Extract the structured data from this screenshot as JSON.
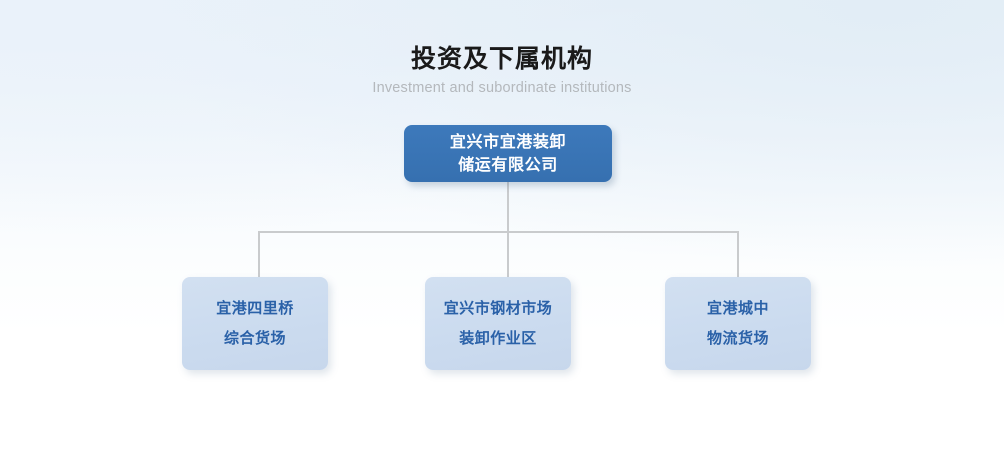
{
  "header": {
    "title": "投资及下属机构",
    "subtitle": "Investment and subordinate institutions"
  },
  "colors": {
    "root_fill": "#3a73b4",
    "root_text": "#ffffff",
    "child_fill": "#ccdcf0",
    "child_text": "#2a61a8",
    "connector": "#c9cbcd",
    "title_text": "#1a1a1a",
    "subtitle_text": "#b4b8bc",
    "background_top": "#e9f1f9",
    "background_bottom": "#ffffff"
  },
  "chart": {
    "type": "org-chart",
    "root": {
      "line1": "宜兴市宜港装卸",
      "line2": "储运有限公司"
    },
    "children": [
      {
        "line1": "宜港四里桥",
        "line2": "综合货场"
      },
      {
        "line1": "宜兴市钢材市场",
        "line2": "装卸作业区"
      },
      {
        "line1": "宜港城中",
        "line2": "物流货场"
      }
    ]
  }
}
